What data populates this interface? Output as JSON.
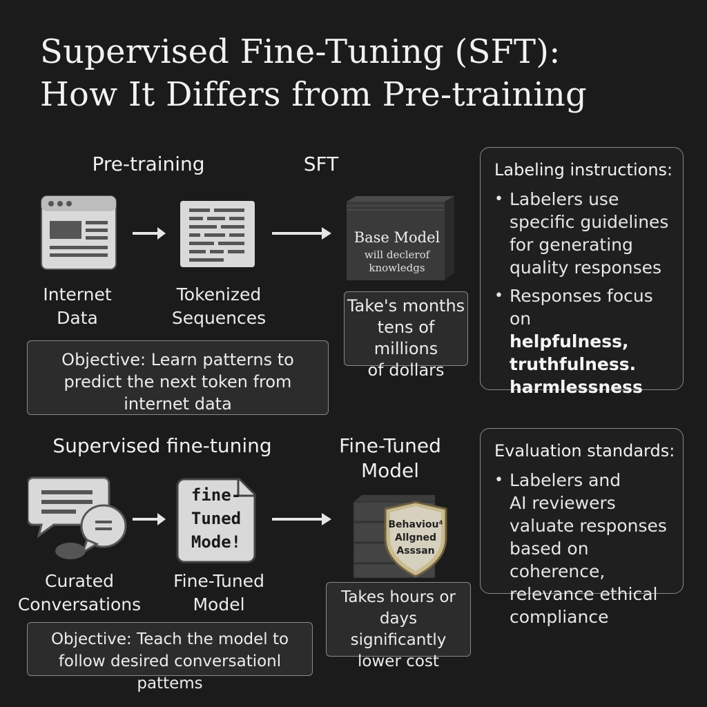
{
  "title": {
    "line1": "Supervised Fine-Tuning (SFT):",
    "line2": "How It Differs from Pre-training"
  },
  "pretraining": {
    "heading": "Pre-training",
    "internet_label": "Internet\nData",
    "tokenized_label": "Tokenized\nSequences",
    "objective": "Objective: Learn patterns to predict the next token from internet data"
  },
  "sft": {
    "heading": "SFT",
    "model_title": "Base Model",
    "model_sub1": "will declerof",
    "model_sub2": "knowledgs",
    "cost": "Take's months\ntens of millions\nof dollars"
  },
  "labeling": {
    "title": "Labeling instructions:",
    "bullet1": "Labelers use specific guidelines for generating quality responses",
    "bullet2_intro": "Responses focus on",
    "bullet2_bold": [
      "helpfulness,",
      "truthfulness.",
      "harmlessness"
    ]
  },
  "finetuning": {
    "heading": "Supervised fine-tuning",
    "curated_label": "Curated\nConversations",
    "doc_text": "fine-\nTuned\nMode!",
    "ft_label": "Fine-Tuned\nModel",
    "objective": "Objective: Teach the model to follow desired conversationl pattems"
  },
  "ftmodel": {
    "heading": "Fine-Tuned\nModel",
    "shield_text": "Behaviou⁴\nAllgned\nAsssan",
    "cost": "Takes hours or days\nsignificantly\nlower cost"
  },
  "evaluation": {
    "title": "Evaluation standards:",
    "bullet1": "Labelers and\nAI reviewers valuate responses based on coherence, relevance ethical compliance"
  },
  "colors": {
    "background": "#1b1b1b",
    "icon_fill": "#d9d9d9",
    "box_fill": "#2c2c2c",
    "border": "#8a8a8a"
  }
}
